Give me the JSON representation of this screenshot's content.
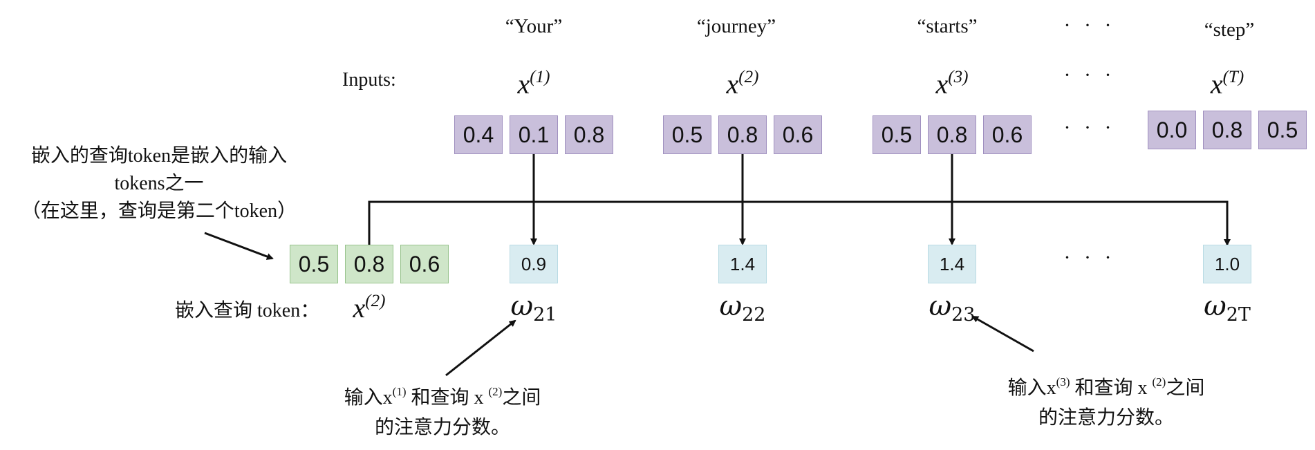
{
  "words": [
    "“Your”",
    "“journey”",
    "“starts”",
    "“step”"
  ],
  "ellipsis": "· · ·",
  "inputs_label": "Inputs:",
  "inputs": [
    {
      "var": "x",
      "sup": "(1)",
      "values": [
        "0.4",
        "0.1",
        "0.8"
      ]
    },
    {
      "var": "x",
      "sup": "(2)",
      "values": [
        "0.5",
        "0.8",
        "0.6"
      ]
    },
    {
      "var": "x",
      "sup": "(3)",
      "values": [
        "0.5",
        "0.8",
        "0.6"
      ]
    },
    {
      "var": "x",
      "sup": "(T)",
      "values": [
        "0.0",
        "0.8",
        "0.5"
      ]
    }
  ],
  "query": {
    "note_line1": "嵌入的查询token是嵌入的输入",
    "note_line2": "tokens之一",
    "note_line3": "（在这里，查询是第二个token）",
    "values": [
      "0.5",
      "0.8",
      "0.6"
    ],
    "label": "嵌入查询 token：",
    "var": "x",
    "sup": "(2)"
  },
  "scores": [
    {
      "value": "0.9",
      "symbol": "ω",
      "sub": "21"
    },
    {
      "value": "1.4",
      "symbol": "ω",
      "sub": "22"
    },
    {
      "value": "1.4",
      "symbol": "ω",
      "sub": "23"
    },
    {
      "value": "1.0",
      "symbol": "ω",
      "sub": "2T"
    }
  ],
  "annotation_left": {
    "pre": "输入x",
    "sup1": "(1)",
    "mid": " 和查询 x ",
    "sup2": "(2)",
    "post": "之间",
    "line2": "的注意力分数。"
  },
  "annotation_right": {
    "pre": "输入x",
    "sup1": "(3)",
    "mid": " 和查询 x ",
    "sup2": "(2)",
    "post": "之间",
    "line2": "的注意力分数。"
  },
  "colors": {
    "input_box": "#c9bfdb",
    "query_box": "#cfe6c9",
    "score_box": "#d9ecf1"
  }
}
